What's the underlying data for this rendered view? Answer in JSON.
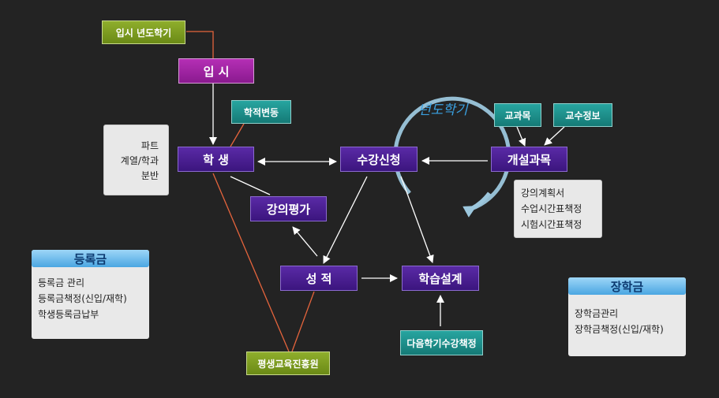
{
  "nodes": {
    "admission_year_term": "입시 년도학기",
    "admission": "입 시",
    "student": "학 생",
    "record_change": "학적변동",
    "registration": "수강신청",
    "course_open": "개설과목",
    "curriculum": "교과목",
    "professor_info": "교수정보",
    "course_eval": "강의평가",
    "grades": "성 적",
    "study_design": "학습설계",
    "next_term_credits": "다음학기수강책정",
    "lifelong_edu": "평생교육진흥원"
  },
  "cycle_label": "년도학기",
  "student_note": [
    "파트",
    "계열/학과",
    "분반"
  ],
  "course_note": [
    "강의계획서",
    "수업시간표책정",
    "시험시간표책정"
  ],
  "tuition_panel": {
    "title": "등록금",
    "items": [
      "등록금 관리",
      "등록금책정(신입/재학)",
      "학생등록금납부"
    ]
  },
  "scholarship_panel": {
    "title": "장학금",
    "items": [
      "장학금관리",
      "장학금책정(신입/재학)"
    ]
  },
  "colors": {
    "background": "#232323",
    "arrow": "#ffffff",
    "link": "#e5643c",
    "cycle": "#9cc7dd",
    "cycle_text": "#3aa0e0"
  }
}
